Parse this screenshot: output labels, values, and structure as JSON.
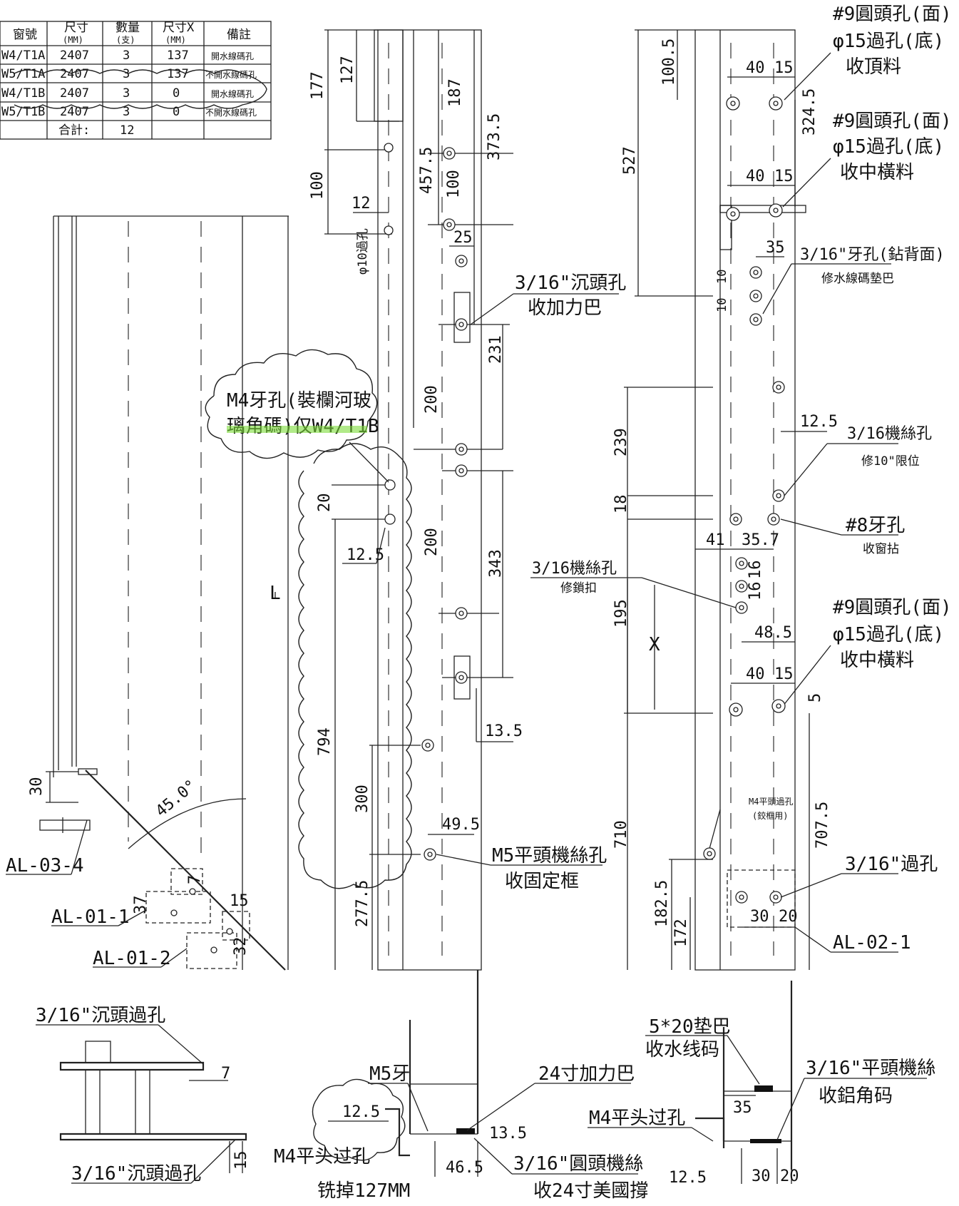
{
  "table": {
    "headers": [
      "窗號",
      "尺寸",
      "數量",
      "尺寸X",
      "備註"
    ],
    "units": [
      "(MM)",
      "(支)",
      "(MM)"
    ],
    "rows": [
      {
        "id": "W4/T1A",
        "size": "2407",
        "qty": "3",
        "x": "137",
        "note": "開水線碼孔"
      },
      {
        "id": "W5/T1A",
        "size": "2407",
        "qty": "3",
        "x": "137",
        "note": "不開水線碼孔"
      },
      {
        "id": "W4/T1B",
        "size": "2407",
        "qty": "3",
        "x": "0",
        "note": "開水線碼孔"
      },
      {
        "id": "W5/T1B",
        "size": "2407",
        "qty": "3",
        "x": "0",
        "note": "不開水線碼孔"
      }
    ],
    "total_label": "合計:",
    "total_qty": "12"
  },
  "labels": {
    "hole9_a": "#9圓頭孔(面)",
    "hole15_a": "φ15過孔(底)",
    "top_member": "收頂料",
    "hole9_b": "#9圓頭孔(面)",
    "hole15_b": "φ15過孔(底)",
    "mid_member_b": "收中橫料",
    "thread316_back": "3/16\"牙孔(鉆背面)",
    "water_pad": "修水線碼墊巴",
    "csk316": "3/16\"沉頭孔",
    "stiffener": "收加力巴",
    "m4_note1": "M4牙孔(裝欄河玻",
    "m4_note2": "璃角碼)仅W4/T1B",
    "mach316_a": "3/16機絲孔",
    "limit10": "修10\"限位",
    "thread8": "#8牙孔",
    "window_stay": "收窗拈",
    "mach316_b": "3/16機絲孔",
    "lock": "修鎖扣",
    "hole9_c": "#9圓頭孔(面)",
    "hole15_c": "φ15過孔(底)",
    "mid_member_c": "收中橫料",
    "m4_flat1": "M4平頭過孔",
    "m4_flat2": "(鉸框用)",
    "through316": "3/16\"過孔",
    "m5_flat": "M5平頭機絲孔",
    "fixed_frame": "收固定框",
    "al_02_1": "AL-02-1",
    "al_03_4": "AL-03-4",
    "al_01_1": "AL-01-1",
    "al_01_2": "AL-01-2",
    "csk_through_a": "3/16\"沉頭過孔",
    "csk_through_b": "3/16\"沉頭過孔",
    "m5_thread": "M5牙",
    "stiffener24": "24寸加力巴",
    "m4_flat_through_a": "M4平头过孔",
    "mill127": "铣掉127MM",
    "round_mach": "3/16\"圓頭機絲",
    "us_brace": "收24寸美國撐",
    "pad520": "5*20垫巴",
    "water_code": "收水线码",
    "flat_mach": "3/16\"平頭機絲",
    "al_corner": "收鋁角码",
    "m4_flat_through_b": "M4平头过孔",
    "phi10": "φ10過孔",
    "len_L": "L",
    "len_X": "X",
    "angle": "45.0°"
  },
  "dims": {
    "d177": "177",
    "d127": "127",
    "d100": "100",
    "d12": "12",
    "d187": "187",
    "d373_5": "373.5",
    "d457_5": "457.5",
    "d100b": "100",
    "d25": "25",
    "d231": "231",
    "d200a": "200",
    "d200b": "200",
    "d343": "343",
    "d13_5": "13.5",
    "d20": "20",
    "d12_5": "12.5",
    "d794": "794",
    "d300": "300",
    "d277_5": "277.5",
    "d49_5": "49.5",
    "d30": "30",
    "d7": "7",
    "d15": "15",
    "d32": "32",
    "d37": "37",
    "d100_5": "100.5",
    "d40a": "40",
    "d15a": "15",
    "d324_5": "324.5",
    "d527": "527",
    "d40b": "40",
    "d15b": "15",
    "d35": "35",
    "d10a": "10",
    "d10b": "10",
    "d239": "239",
    "d12_5b": "12.5",
    "d18": "18",
    "d41": "41",
    "d35_7": "35.7",
    "d16a": "16",
    "d16b": "16",
    "d195": "195",
    "d48_5": "48.5",
    "d40c": "40",
    "d15c": "15",
    "d5": "5",
    "d710": "710",
    "d707_5": "707.5",
    "d182_5": "182.5",
    "d172": "172",
    "d30b": "30",
    "d20b": "20",
    "d7b": "7",
    "d15d": "15",
    "d12_5c": "12.5",
    "d13_5b": "13.5",
    "d46_5": "46.5",
    "d35b": "35",
    "d12_5d": "12.5",
    "d30c": "30",
    "d20c": "20"
  }
}
